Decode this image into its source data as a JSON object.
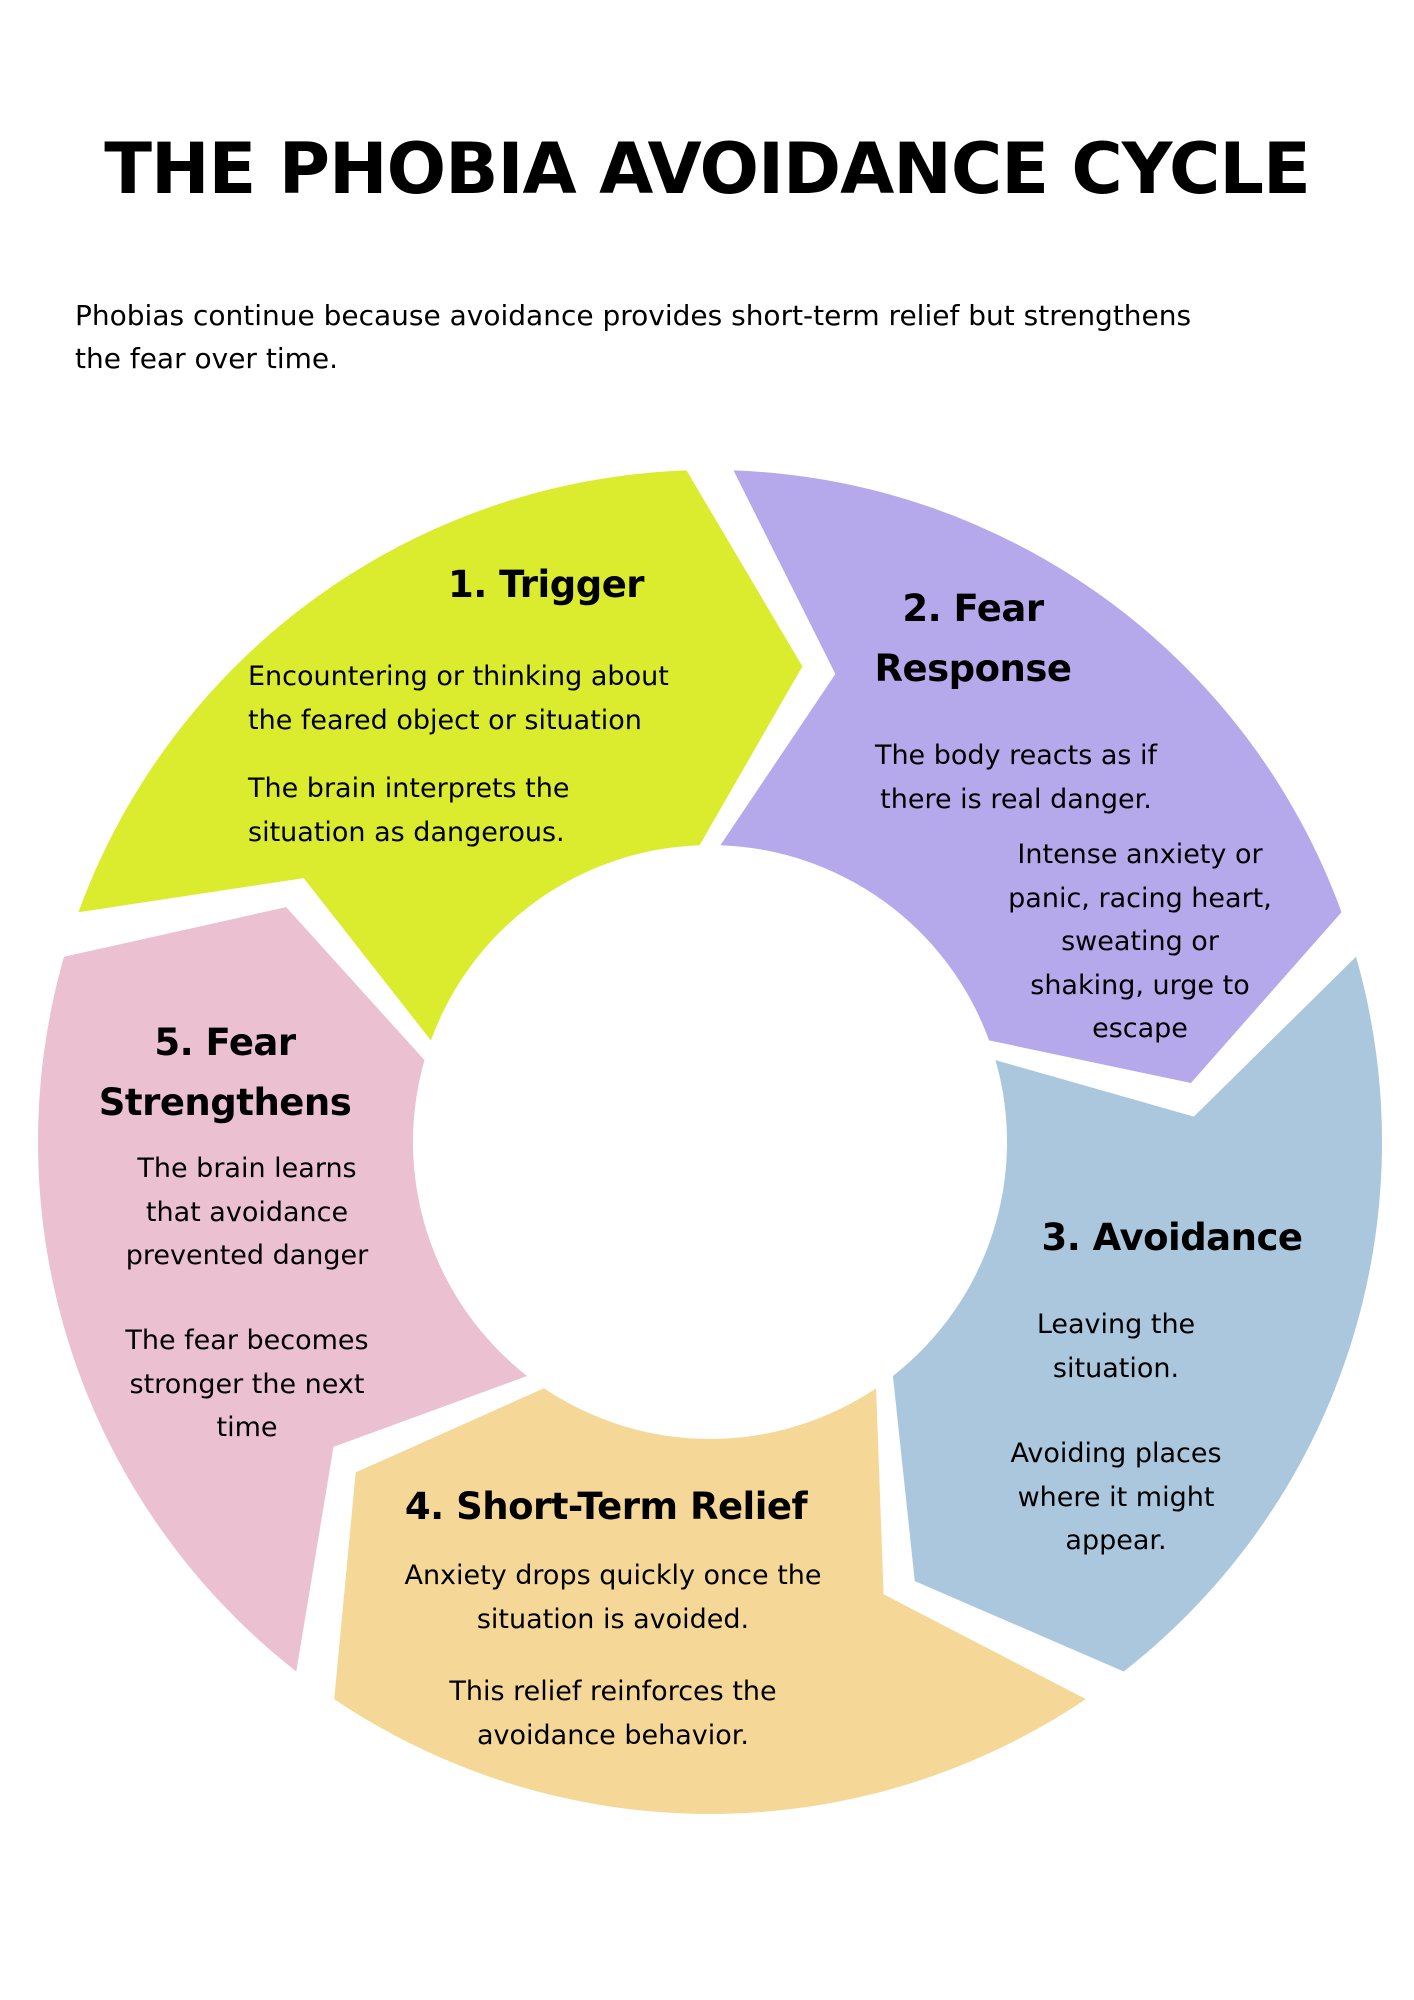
{
  "title": "THE PHOBIA AVOIDANCE CYCLE",
  "subtitle": [
    "Phobias continue because avoidance provides short-term relief but strengthens",
    "the fear over time."
  ],
  "colors": {
    "trigger": "#dbeb2e",
    "fear_response": "#b5a9eb",
    "avoidance": "#abc7dd",
    "relief": "#f5d898",
    "strengthens": "#ebc1d2"
  },
  "steps": [
    {
      "title": [
        "1. Trigger"
      ],
      "p1": [
        "Encountering or thinking about",
        "the feared object or situation"
      ],
      "p2": [
        "The brain interprets the",
        "situation as dangerous."
      ]
    },
    {
      "title": [
        "2. Fear",
        "Response"
      ],
      "p1": [
        "The body reacts as if",
        "there is real danger."
      ],
      "p2": [
        "Intense anxiety or",
        "panic, racing heart,",
        "sweating or",
        "shaking, urge to",
        "escape"
      ]
    },
    {
      "title": [
        "3. Avoidance"
      ],
      "p1": [
        "Leaving the",
        "situation."
      ],
      "p2": [
        "Avoiding places",
        "where it might",
        "appear."
      ]
    },
    {
      "title": [
        "4. Short-Term Relief"
      ],
      "p1": [
        "Anxiety drops quickly once the",
        "situation is avoided."
      ],
      "p2": [
        "This relief reinforces the",
        "avoidance behavior."
      ]
    },
    {
      "title": [
        "5. Fear",
        "Strengthens"
      ],
      "p1": [
        "The brain learns",
        "that avoidance",
        "prevented danger"
      ],
      "p2": [
        "The fear becomes",
        "stronger the next",
        "time"
      ]
    }
  ]
}
